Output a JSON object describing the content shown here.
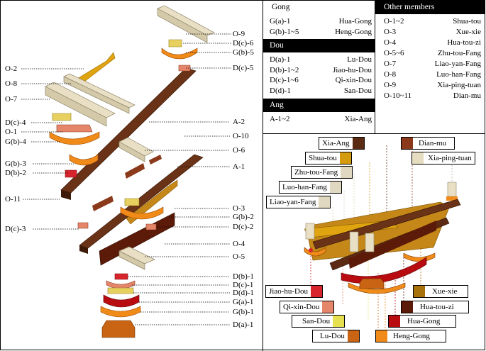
{
  "left_callouts": [
    {
      "id": "O-9",
      "text": "O-9"
    },
    {
      "id": "D(c)-6",
      "text": "D(c)-6"
    },
    {
      "id": "G(b)-5",
      "text": "G(b)-5"
    },
    {
      "id": "D(c)-5",
      "text": "D(c)-5"
    },
    {
      "id": "O-2",
      "text": "O-2"
    },
    {
      "id": "O-8",
      "text": "O-8"
    },
    {
      "id": "O-7",
      "text": "O-7"
    },
    {
      "id": "A-2",
      "text": "A-2"
    },
    {
      "id": "D(c)-4",
      "text": "D(c)-4"
    },
    {
      "id": "O-1",
      "text": "O-1"
    },
    {
      "id": "O-10",
      "text": "O-10"
    },
    {
      "id": "G(b)-4",
      "text": "G(b)-4"
    },
    {
      "id": "O-6",
      "text": "O-6"
    },
    {
      "id": "G(b)-3",
      "text": "G(b)-3"
    },
    {
      "id": "A-1",
      "text": "A-1"
    },
    {
      "id": "D(b)-2",
      "text": "D(b)-2"
    },
    {
      "id": "O-11",
      "text": "O-11"
    },
    {
      "id": "O-3",
      "text": "O-3"
    },
    {
      "id": "G(b)-2",
      "text": "G(b)-2"
    },
    {
      "id": "D(c)-3",
      "text": "D(c)-3"
    },
    {
      "id": "D(c)-2",
      "text": "D(c)-2"
    },
    {
      "id": "O-4",
      "text": "O-4"
    },
    {
      "id": "O-5",
      "text": "O-5"
    },
    {
      "id": "D(b)-1",
      "text": "D(b)-1"
    },
    {
      "id": "D(c)-1",
      "text": "D(c)-1"
    },
    {
      "id": "D(d)-1",
      "text": "D(d)-1"
    },
    {
      "id": "G(a)-1",
      "text": "G(a)-1"
    },
    {
      "id": "G(b)-1",
      "text": "G(b)-1"
    },
    {
      "id": "D(a)-1",
      "text": "D(a)-1"
    }
  ],
  "table": {
    "gong": {
      "title": "Gong",
      "rows": [
        {
          "code": "G(a)-1",
          "name": "Hua-Gong"
        },
        {
          "code": "G(b)-1~5",
          "name": "Heng-Gong"
        }
      ]
    },
    "dou": {
      "title": "Dou",
      "rows": [
        {
          "code": "D(a)-1",
          "name": "Lu-Dou"
        },
        {
          "code": "D(b)-1~2",
          "name": "Jiao-hu-Dou"
        },
        {
          "code": "D(c)-1~6",
          "name": "Qi-xin-Dou"
        },
        {
          "code": "D(d)-1",
          "name": "San-Dou"
        }
      ]
    },
    "ang": {
      "title": "Ang",
      "rows": [
        {
          "code": "A-1~2",
          "name": "Xia-Ang"
        }
      ]
    },
    "other": {
      "title": "Other members",
      "rows": [
        {
          "code": "O-1~2",
          "name": "Shua-tou"
        },
        {
          "code": "O-3",
          "name": "Xue-xie"
        },
        {
          "code": "O-4",
          "name": "Hua-tou-zi"
        },
        {
          "code": "O-5~6",
          "name": "Zhu-tou-Fang"
        },
        {
          "code": "O-7",
          "name": "Liao-yan-Fang"
        },
        {
          "code": "O-8",
          "name": "Luo-han-Fang"
        },
        {
          "code": "O-9",
          "name": "Xia-ping-tuan"
        },
        {
          "code": "O-10~11",
          "name": "Dian-mu"
        }
      ]
    }
  },
  "legend": {
    "xia_ang": {
      "label": "Xia-Ang",
      "color": "#5a2a12"
    },
    "dian_mu": {
      "label": "Dian-mu",
      "color": "#8a3a1a"
    },
    "shua_tou": {
      "label": "Shua-tou",
      "color": "#d49a10"
    },
    "xia_ping_tuan": {
      "label": "Xia-ping-tuan",
      "color": "#e6dcc0"
    },
    "zhu_tou_fang": {
      "label": "Zhu-tou-Fang",
      "color": "#e0d8c0"
    },
    "luo_han_fang": {
      "label": "Luo-han-Fang",
      "color": "#e0d8c0"
    },
    "liao_yan_fang": {
      "label": "Liao-yan-Fang",
      "color": "#e0d8c0"
    },
    "jiao_hu_dou": {
      "label": "Jiao-hu-Dou",
      "color": "#d8242c"
    },
    "xue_xie": {
      "label": "Xue-xie",
      "color": "#a8720a"
    },
    "qi_xin_dou": {
      "label": "Qi-xin-Dou",
      "color": "#e5866a"
    },
    "hua_tou_zi": {
      "label": "Hua-tou-zi",
      "color": "#5c1a08"
    },
    "hua_gong": {
      "label": "Hua-Gong",
      "color": "#b80c10"
    },
    "san_dou": {
      "label": "San-Dou",
      "color": "#e6e050"
    },
    "lu_dou": {
      "label": "Lu-Dou",
      "color": "#c86414"
    },
    "heng_gong": {
      "label": "Heng-Gong",
      "color": "#f08a18"
    }
  }
}
